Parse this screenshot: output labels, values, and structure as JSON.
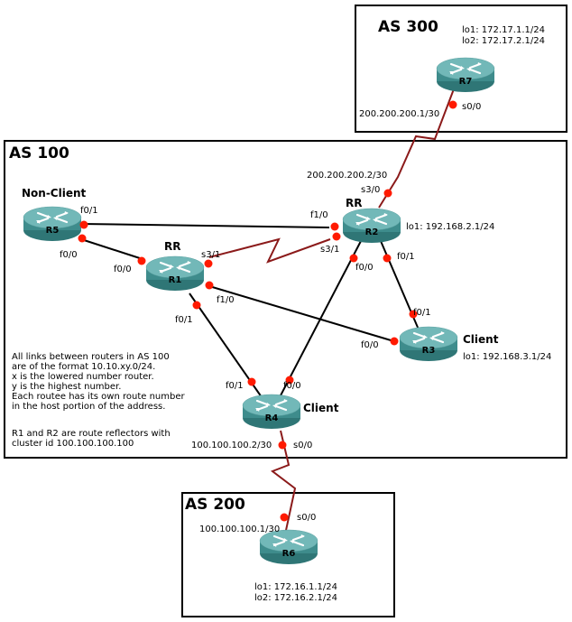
{
  "colors": {
    "ethernet_link": "#000000",
    "serial_link": "#8b1a1a",
    "interface_dot": "#ff1a00",
    "router_top": "#6bb3b3",
    "router_body": "#3e8c8c",
    "router_arrows": "#ffffff"
  },
  "as_boxes": {
    "as300": {
      "title": "AS 300"
    },
    "as100": {
      "title": "AS 100"
    },
    "as200": {
      "title": "AS 200"
    }
  },
  "routers": {
    "R1": {
      "name": "R1",
      "role": "RR"
    },
    "R2": {
      "name": "R2",
      "role": "RR",
      "loopbacks": [
        "lo1: 192.168.2.1/24"
      ]
    },
    "R3": {
      "name": "R3",
      "role": "Client",
      "loopbacks": [
        "lo1: 192.168.3.1/24"
      ]
    },
    "R4": {
      "name": "R4",
      "role": "Client"
    },
    "R5": {
      "name": "R5",
      "role": "Non-Client"
    },
    "R6": {
      "name": "R6",
      "loopbacks": [
        "lo1: 172.16.1.1/24",
        "lo2: 172.16.2.1/24"
      ]
    },
    "R7": {
      "name": "R7",
      "loopbacks": [
        "lo1: 172.17.1.1/24",
        "lo2: 172.17.2.1/24"
      ]
    }
  },
  "interfaces": {
    "r7_s00": "s0/0",
    "r7_s00_ip": "200.200.200.1/30",
    "r2_s30": "s3/0",
    "r2_s30_ip": "200.200.200.2/30",
    "r2_f10": "f1/0",
    "r2_s31": "s3/1",
    "r2_f00": "f0/0",
    "r2_f01": "f0/1",
    "r5_f01": "f0/1",
    "r5_f00": "f0/0",
    "r1_f00": "f0/0",
    "r1_s31": "s3/1",
    "r1_f10": "f1/0",
    "r1_f01": "f0/1",
    "r3_f01": "f0/1",
    "r3_f00": "f0/0",
    "r4_f01": "f0/1",
    "r4_f00": "f0/0",
    "r4_s00": "s0/0",
    "r4_s00_ip": "100.100.100.2/30",
    "r6_s00": "s0/0",
    "r6_s00_ip": "100.100.100.1/30"
  },
  "links": [
    {
      "from": "R7",
      "to": "R2",
      "type": "serial"
    },
    {
      "from": "R5",
      "to": "R2",
      "type": "ethernet"
    },
    {
      "from": "R5",
      "to": "R1",
      "type": "ethernet"
    },
    {
      "from": "R1",
      "to": "R2",
      "type": "serial"
    },
    {
      "from": "R1",
      "to": "R3",
      "type": "ethernet"
    },
    {
      "from": "R1",
      "to": "R4",
      "type": "ethernet"
    },
    {
      "from": "R2",
      "to": "R4",
      "type": "ethernet"
    },
    {
      "from": "R2",
      "to": "R3",
      "type": "ethernet"
    },
    {
      "from": "R4",
      "to": "R6",
      "type": "serial"
    }
  ],
  "notes": {
    "addressing": "All links between routers in AS 100\nare of the format 10.10.xy.0/24.\nx is the lowered number router.\ny is the highest number.\nEach routee has its own route number\nin the host portion of the address.",
    "reflectors": "R1 and R2 are route reflectors with\ncluster id 100.100.100.100"
  }
}
